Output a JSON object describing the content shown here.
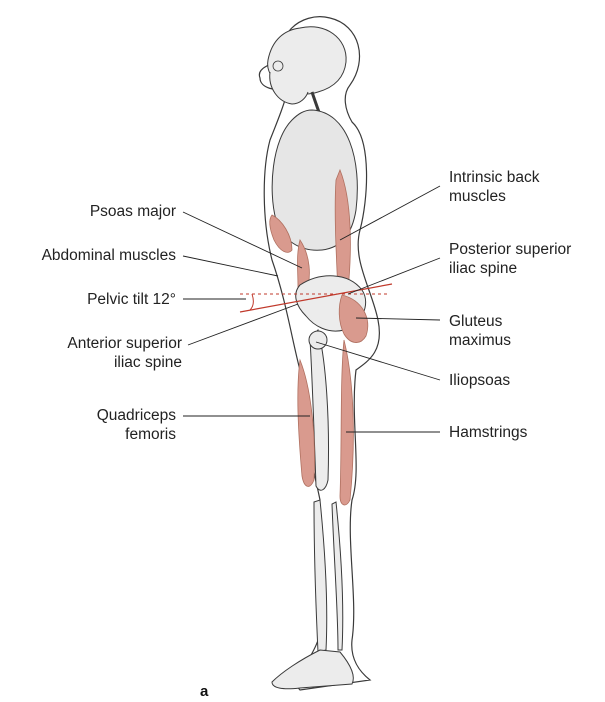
{
  "figure": {
    "panel_letter": "a",
    "labels_left": [
      {
        "id": "psoas-major",
        "line1": "Psoas major",
        "line2": ""
      },
      {
        "id": "abdominal-muscles",
        "line1": "Abdominal muscles",
        "line2": ""
      },
      {
        "id": "pelvic-tilt",
        "line1": "Pelvic tilt 12°",
        "line2": ""
      },
      {
        "id": "anterior-superior-iliac-spine",
        "line1": "Anterior superior",
        "line2": "iliac spine"
      },
      {
        "id": "quadriceps-femoris",
        "line1": "Quadriceps",
        "line2": "femoris"
      }
    ],
    "labels_right": [
      {
        "id": "intrinsic-back-muscles",
        "line1": "Intrinsic back",
        "line2": "muscles"
      },
      {
        "id": "posterior-superior-iliac-spine",
        "line1": "Posterior superior",
        "line2": "iliac spine"
      },
      {
        "id": "gluteus-maximus",
        "line1": "Gluteus",
        "line2": "maximus"
      },
      {
        "id": "iliopsoas",
        "line1": "Iliopsoas",
        "line2": ""
      },
      {
        "id": "hamstrings",
        "line1": "Hamstrings",
        "line2": ""
      }
    ]
  },
  "colors": {
    "outline": "#3a3a3a",
    "bone_fill": "#ececec",
    "muscle_fill": "#d99a8e",
    "pelvic_line": "#c0392b"
  }
}
